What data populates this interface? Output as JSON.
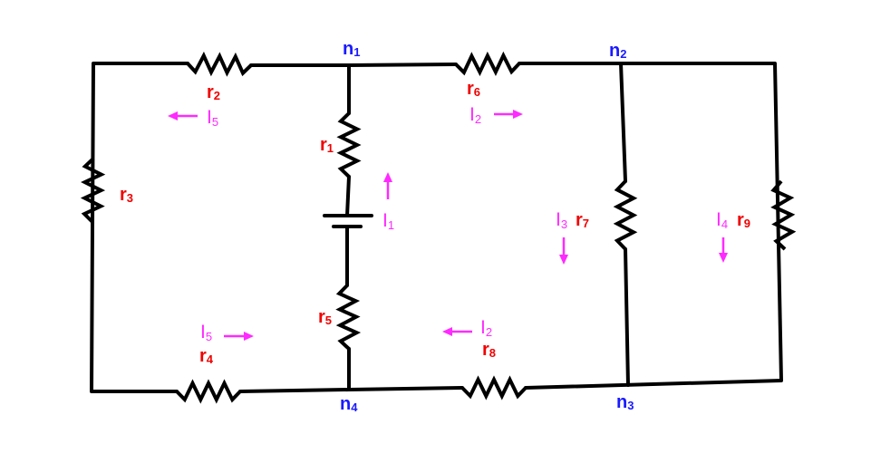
{
  "nodes": [
    {
      "main": "n",
      "sub": "1"
    },
    {
      "main": "n",
      "sub": "2"
    },
    {
      "main": "n",
      "sub": "3"
    },
    {
      "main": "n",
      "sub": "4"
    }
  ],
  "resistors": [
    {
      "main": "r",
      "sub": "1"
    },
    {
      "main": "r",
      "sub": "2"
    },
    {
      "main": "r",
      "sub": "3"
    },
    {
      "main": "r",
      "sub": "4"
    },
    {
      "main": "r",
      "sub": "5"
    },
    {
      "main": "r",
      "sub": "6"
    },
    {
      "main": "r",
      "sub": "7"
    },
    {
      "main": "r",
      "sub": "8"
    },
    {
      "main": "r",
      "sub": "9"
    }
  ],
  "currents": {
    "i5_top": {
      "main": "I",
      "sub": "5",
      "direction": "left"
    },
    "i2_top": {
      "main": "I",
      "sub": "2",
      "direction": "right"
    },
    "i1": {
      "main": "I",
      "sub": "1",
      "direction": "up"
    },
    "i3": {
      "main": "I",
      "sub": "3",
      "direction": "down"
    },
    "i4": {
      "main": "I",
      "sub": "4",
      "direction": "down"
    },
    "i5_bottom": {
      "main": "I",
      "sub": "5",
      "direction": "right"
    },
    "i2_bottom": {
      "main": "I",
      "sub": "2",
      "direction": "left"
    }
  },
  "colors": {
    "node": "#1a1aff",
    "resistor_label": "#f00000",
    "current": "#ff2aff"
  }
}
